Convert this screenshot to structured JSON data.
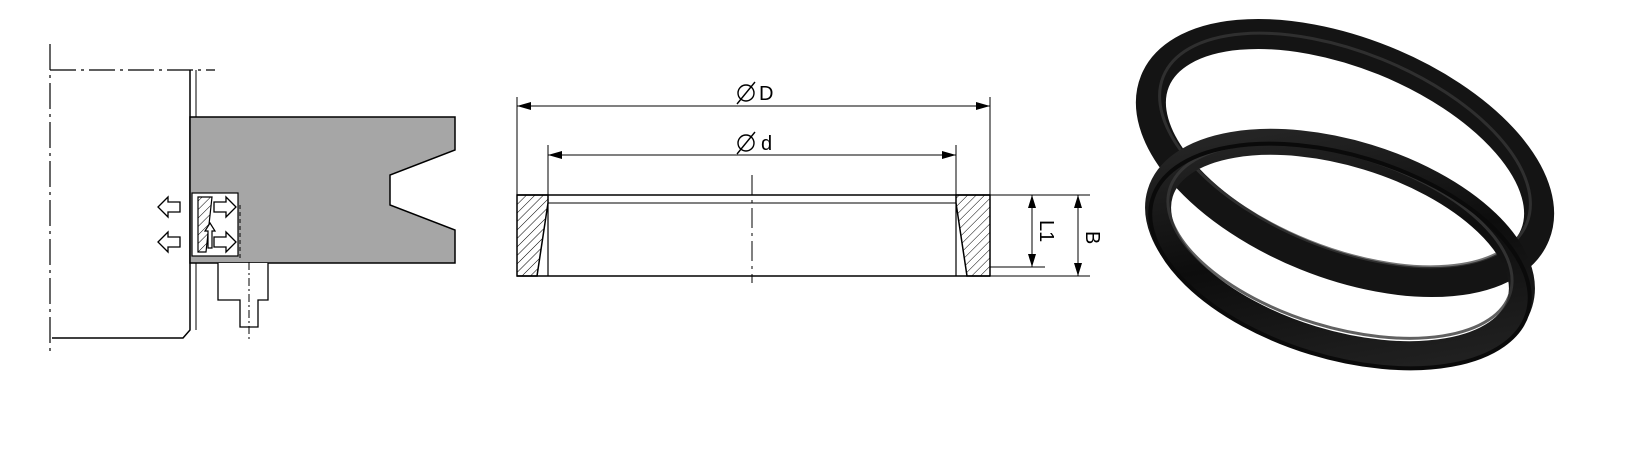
{
  "drawing": {
    "dimensions": {
      "outer_diameter": "D",
      "inner_diameter": "d",
      "lip_height": "L1",
      "total_height": "B"
    }
  },
  "colors": {
    "line": "#000000",
    "section_fill": "#a6a6a6",
    "rubber": "#141414",
    "rubber_highlight": "#3a3a3a",
    "background": "#ffffff"
  }
}
